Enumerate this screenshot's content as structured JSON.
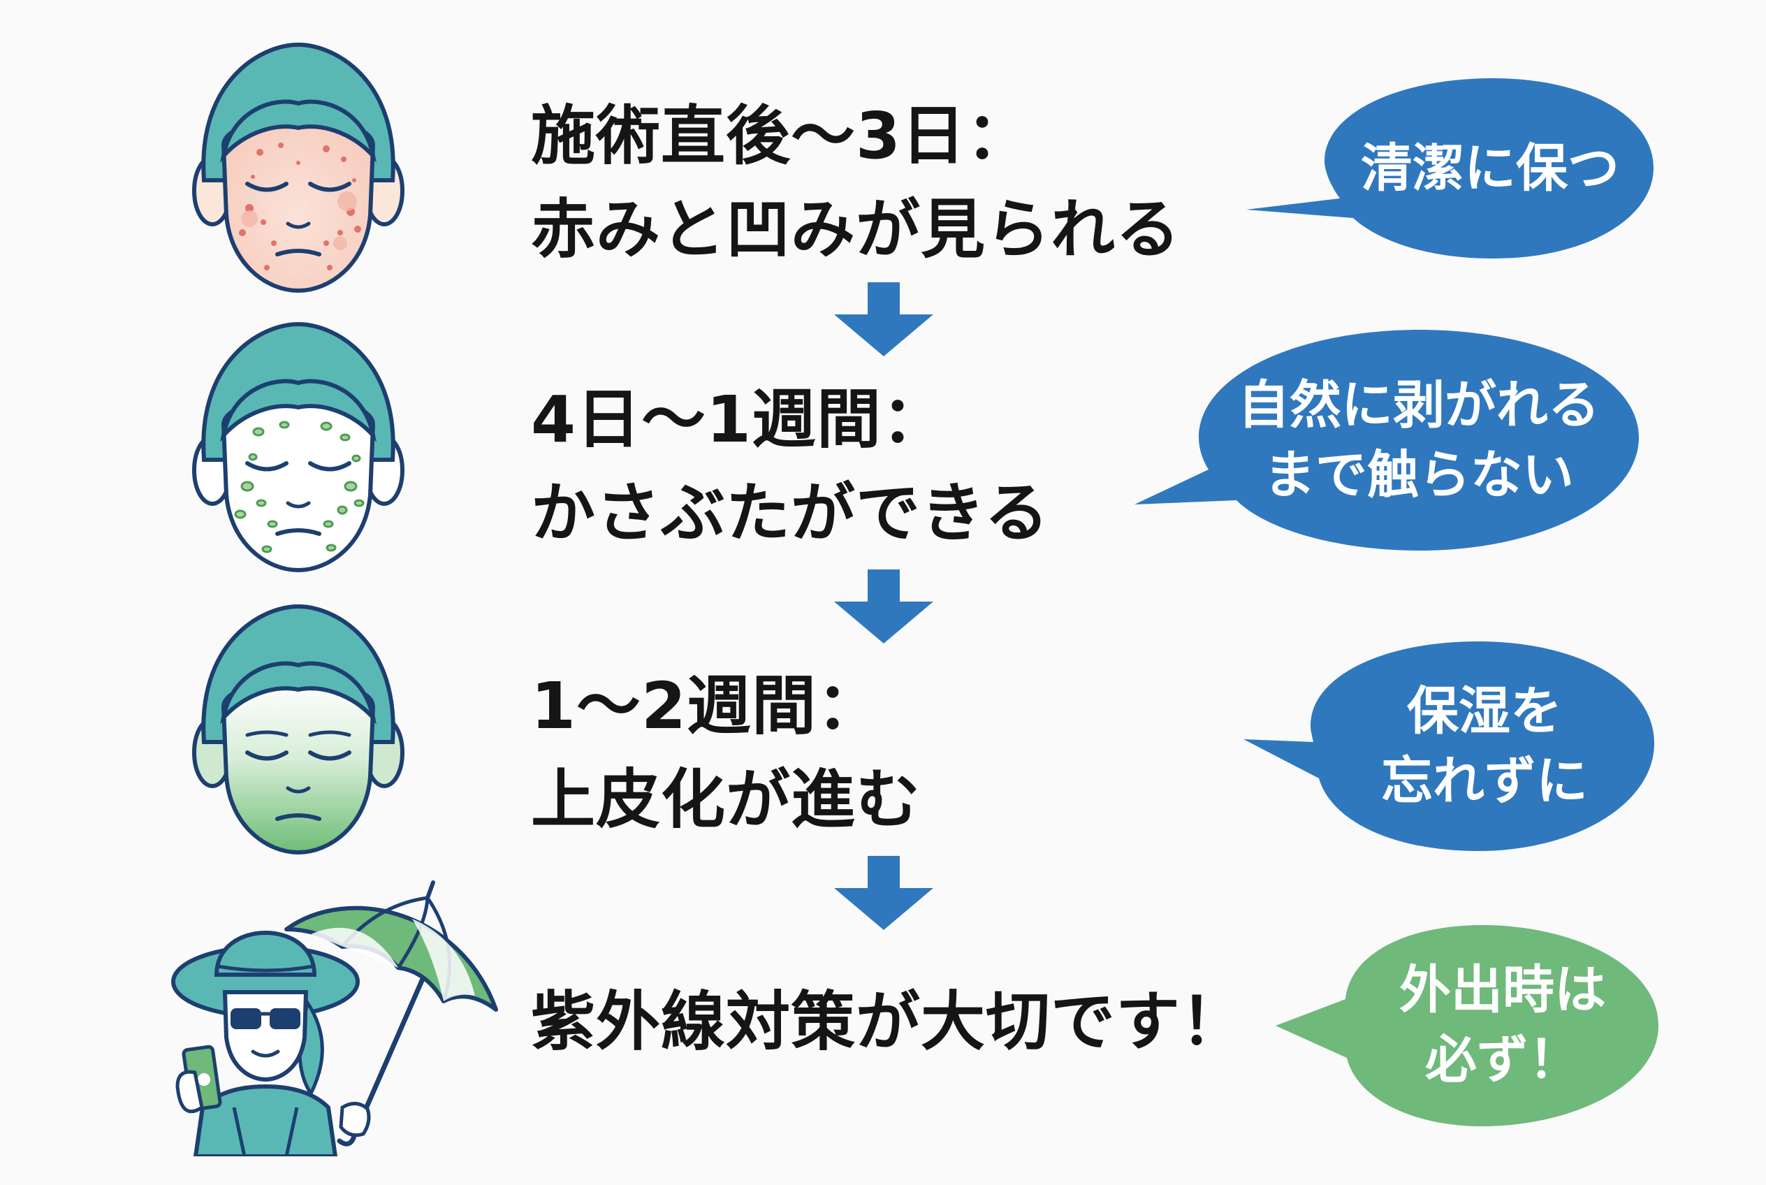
{
  "steps": [
    {
      "line1": "施術直後〜3日：",
      "line2": "赤みと凹みが見られる",
      "bubble_lines": [
        "清潔に保つ"
      ],
      "face_icon": "face-redness-icon"
    },
    {
      "line1": "4日〜1週間：",
      "line2": "かさぶたができる",
      "bubble_lines": [
        "自然に剥がれる",
        "まで触らない"
      ],
      "face_icon": "face-scab-icon"
    },
    {
      "line1": "1〜2週間：",
      "line2": "上皮化が進む",
      "bubble_lines": [
        "保湿を",
        "忘れずに"
      ],
      "face_icon": "face-healing-icon"
    },
    {
      "line1": "紫外線対策が大切です！",
      "bubble_lines": [
        "外出時は",
        "必ず！"
      ],
      "face_icon": "woman-sun-protection-icon"
    }
  ],
  "colors": {
    "bubble_blue": "#2f78be",
    "bubble_green": "#6fb97a",
    "arrow_blue": "#2f78be",
    "hair_teal": "#5ab8b4",
    "outline_navy": "#1d3f70",
    "skin": "#fbe7da",
    "text": "#151515"
  },
  "icons": [
    "down-arrow-icon",
    "speech-bubble-icon",
    "umbrella-icon",
    "sunglasses-icon",
    "sunscreen-bottle-icon",
    "sun-hat-icon"
  ]
}
